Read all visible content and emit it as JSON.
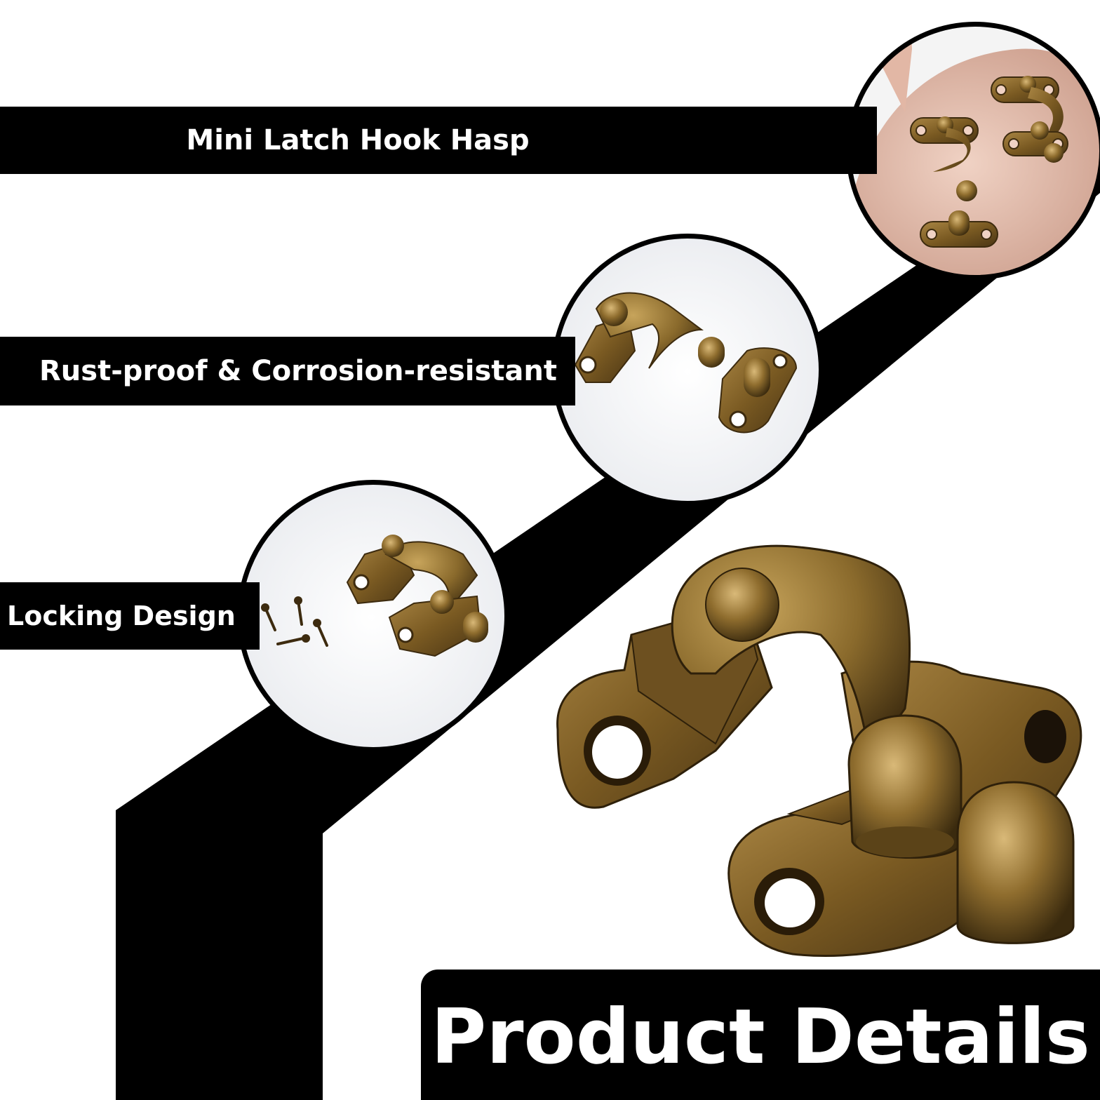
{
  "labels": {
    "feature_1": "Mini Latch Hook Hasp",
    "feature_2": "Rust-proof & Corrosion-resistant",
    "feature_3": "Locking Design"
  },
  "title": "Product Details",
  "colors": {
    "band": "#000000",
    "background": "#ffffff",
    "bronze": "#8a6a2c",
    "bronze_light": "#c7a45b",
    "bronze_dark": "#3f2d10",
    "skin": "#e8c3b3"
  }
}
